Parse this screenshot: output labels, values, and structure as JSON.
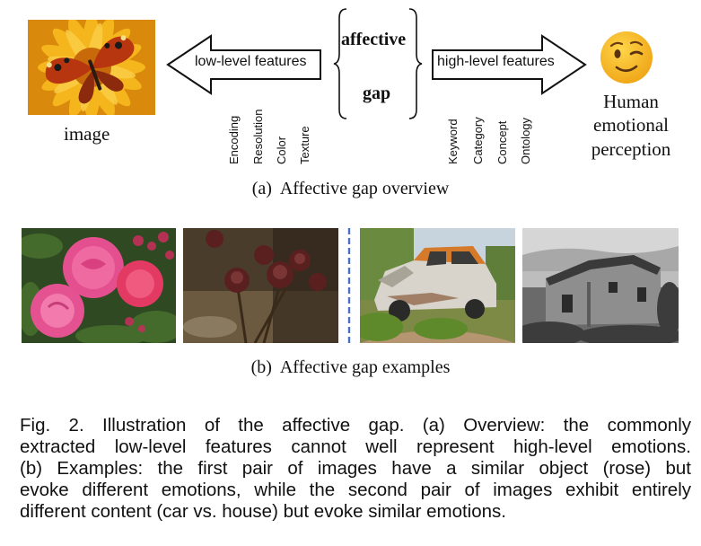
{
  "overview": {
    "image_label": "image",
    "low_level_label": "low-level features",
    "low_level_items": [
      "Encoding",
      "Resolution",
      "Color",
      "Texture"
    ],
    "gap_word_1": "affective",
    "gap_word_2": "gap",
    "high_level_label": "high-level features",
    "high_level_items": [
      "Keyword",
      "Category",
      "Concept",
      "Ontology"
    ],
    "human_line_1": "Human",
    "human_line_2": "emotional",
    "human_line_3": "perception",
    "subcaption": "(a)  Affective gap overview"
  },
  "examples": {
    "subcaption": "(b)  Affective gap examples"
  },
  "figure_caption": {
    "lines": [
      "Fig. 2. Illustration of the affective gap. (a) Overview: the commonly",
      "extracted low-level features cannot well represent high-level emotions.",
      "(b) Examples: the first pair of images have a similar object (rose) but",
      "evoke different emotions, while the second pair of images exhibit entirely",
      "different content (car vs. house) but evoke similar emotions."
    ]
  },
  "colors": {
    "divider": "#4a6fc4",
    "emoji_face": "#f7b927"
  }
}
